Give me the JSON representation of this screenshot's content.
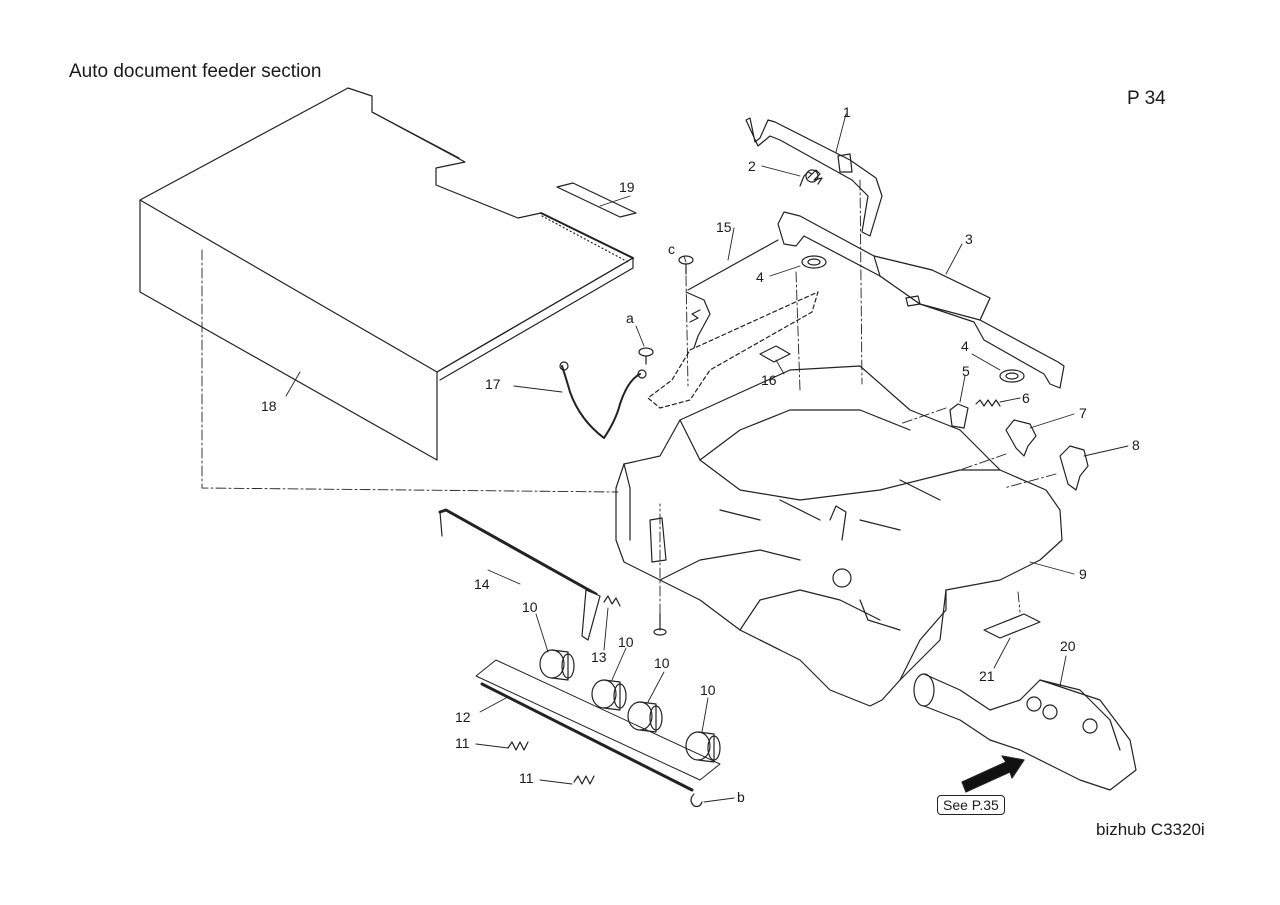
{
  "header": {
    "title": "Auto document feeder section",
    "page": "P 34"
  },
  "footer": {
    "model": "bizhub C3320i"
  },
  "reference": {
    "label": "See P.35"
  },
  "callouts": [
    {
      "id": "c1",
      "label": "1"
    },
    {
      "id": "c2",
      "label": "2"
    },
    {
      "id": "c3",
      "label": "3"
    },
    {
      "id": "c4a",
      "label": "4"
    },
    {
      "id": "c4b",
      "label": "4"
    },
    {
      "id": "c5",
      "label": "5"
    },
    {
      "id": "c6",
      "label": "6"
    },
    {
      "id": "c7",
      "label": "7"
    },
    {
      "id": "c8",
      "label": "8"
    },
    {
      "id": "c9",
      "label": "9"
    },
    {
      "id": "c10a",
      "label": "10"
    },
    {
      "id": "c10b",
      "label": "10"
    },
    {
      "id": "c10c",
      "label": "10"
    },
    {
      "id": "c10d",
      "label": "10"
    },
    {
      "id": "c11a",
      "label": "11"
    },
    {
      "id": "c11b",
      "label": "11"
    },
    {
      "id": "c12",
      "label": "12"
    },
    {
      "id": "c13",
      "label": "13"
    },
    {
      "id": "c14",
      "label": "14"
    },
    {
      "id": "c15",
      "label": "15"
    },
    {
      "id": "c16",
      "label": "16"
    },
    {
      "id": "c17",
      "label": "17"
    },
    {
      "id": "c18",
      "label": "18"
    },
    {
      "id": "c19",
      "label": "19"
    },
    {
      "id": "c20",
      "label": "20"
    },
    {
      "id": "c21",
      "label": "21"
    },
    {
      "id": "ca",
      "label": "a"
    },
    {
      "id": "cb",
      "label": "b"
    },
    {
      "id": "cc",
      "label": "c"
    }
  ]
}
